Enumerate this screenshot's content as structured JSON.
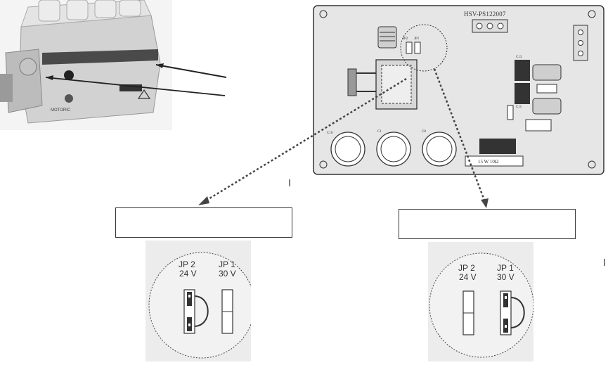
{
  "board": {
    "model": "HSV-PS122007",
    "resistor_label": "15 W   10Ω",
    "component_labels": [
      "JP2",
      "JP1",
      "C13",
      "C1",
      "C8",
      "C10",
      "C11"
    ]
  },
  "device": {
    "brand": "MOTORIC"
  },
  "jumper_left": {
    "jp2_name": "JP 2",
    "jp2_voltage": "24 V",
    "jp1_name": "JP 1",
    "jp1_voltage": "30 V",
    "bridged": "JP2"
  },
  "jumper_right": {
    "jp2_name": "JP 2",
    "jp2_voltage": "24 V",
    "jp1_name": "JP 1",
    "jp1_voltage": "30 V",
    "bridged": "JP1"
  },
  "label_box_left": "",
  "label_box_right": "",
  "colors": {
    "line": "#333333",
    "board_fill": "#e6e6e6",
    "panel_fill": "#ececec",
    "device_fill": "#cfcfcf"
  }
}
